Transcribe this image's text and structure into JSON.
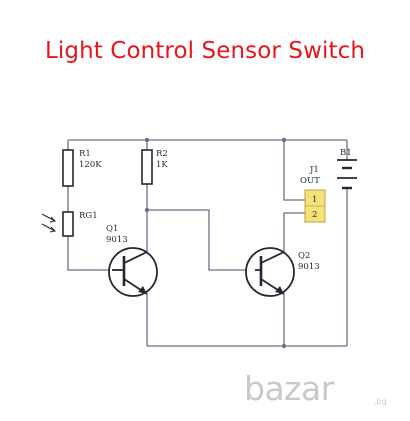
{
  "title": "Light Control Sensor Switch",
  "components": {
    "r1": {
      "ref": "R1",
      "value": "120K"
    },
    "r2": {
      "ref": "R2",
      "value": "1K"
    },
    "rg1": {
      "ref": "RG1"
    },
    "q1": {
      "ref": "Q1",
      "value": "9013"
    },
    "q2": {
      "ref": "Q2",
      "value": "9013"
    },
    "j1": {
      "ref": "J1",
      "value": "OUT",
      "pin1": "1",
      "pin2": "2"
    },
    "b1": {
      "ref": "B1"
    }
  },
  "watermark": {
    "text": "bazar",
    "suffix": ".bg"
  },
  "colors": {
    "title": "#e8161c",
    "wire": "#6a6f88",
    "component": "#23272f",
    "connector": "#f6e27a"
  }
}
